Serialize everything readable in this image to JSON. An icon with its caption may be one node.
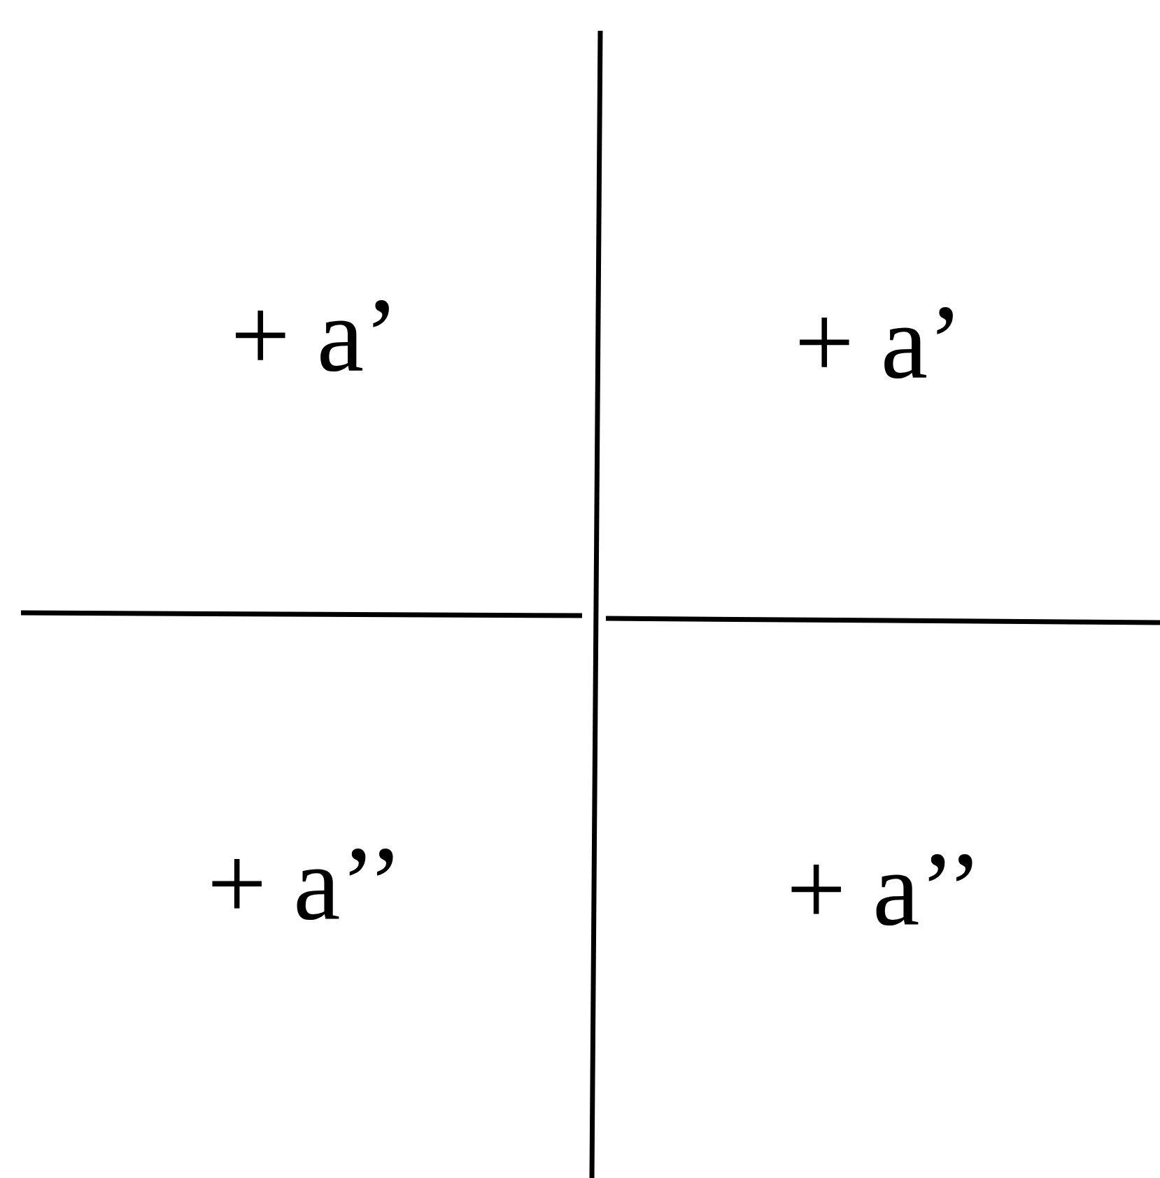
{
  "diagram": {
    "labels": [
      "+ a’",
      "+ a’",
      "+ a’’",
      "+ a’’"
    ]
  }
}
